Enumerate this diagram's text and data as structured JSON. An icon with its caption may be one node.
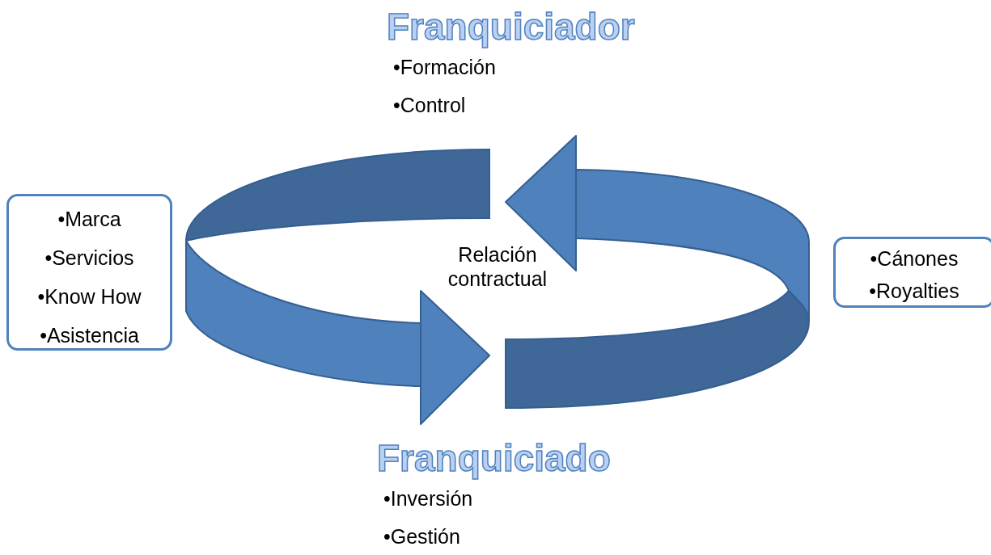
{
  "diagram": {
    "nodes": [
      {
        "text": [
          "Franquiciador",
          "•Formación",
          "•Control"
        ]
      },
      {
        "text": [
          "•Marca",
          "•Servicios",
          "•Know How",
          "•Asistencia"
        ]
      },
      {
        "text": [
          "•Cánones",
          "•Royalties"
        ]
      },
      {
        "text": [
          "Franquiciado",
          "•Inversión",
          "•Gestión"
        ]
      }
    ],
    "labels": [
      "Relación contractual"
    ]
  }
}
